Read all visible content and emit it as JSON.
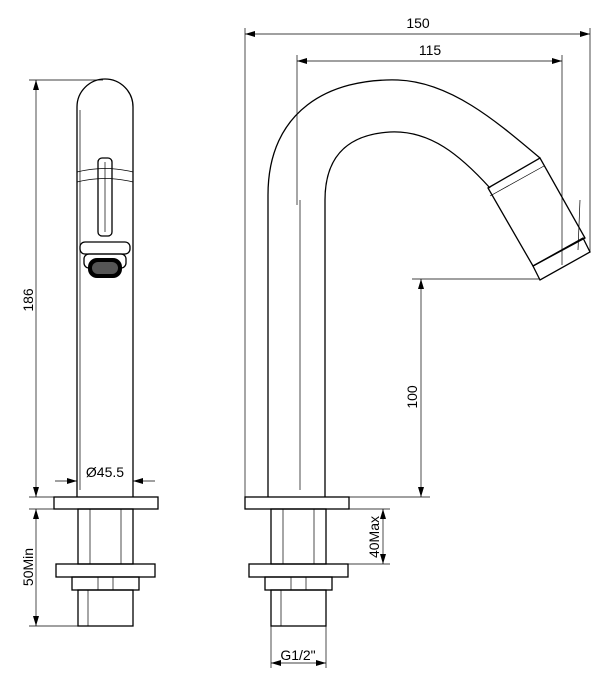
{
  "dimensions": {
    "total_width": "150",
    "spout_reach": "115",
    "total_height": "186",
    "outlet_height": "100",
    "body_diameter": "Ø45.5",
    "shank_min": "50Min",
    "mount_max": "40Max",
    "thread": "G1/2\""
  }
}
